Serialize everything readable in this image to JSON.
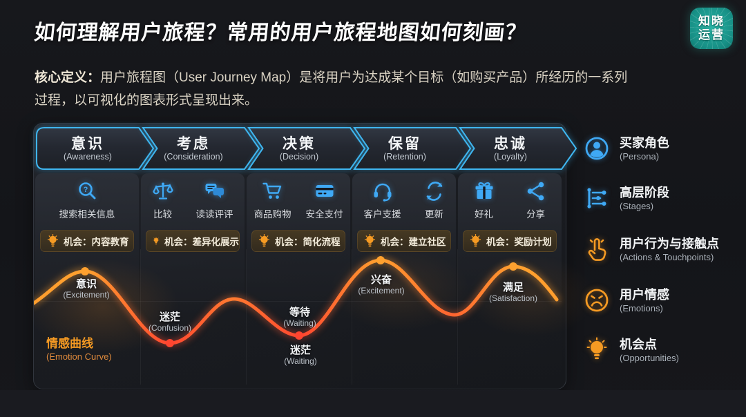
{
  "header": {
    "title": "如何理解用户旅程？常用的用户旅程地图如何刻画？",
    "logo_line1": "知晓",
    "logo_line2": "运营"
  },
  "definition": {
    "label": "核心定义：",
    "text_1": "用户旅程图（User Journey Map）是将用户为达成某个目标（如购买产品）所经历的一系列",
    "text_2": "过程，以可视化的图表形式呈现出来。"
  },
  "stages": [
    {
      "zh": "意识",
      "en": "(Awareness)"
    },
    {
      "zh": "考虑",
      "en": "(Consideration)"
    },
    {
      "zh": "决策",
      "en": "(Decision)"
    },
    {
      "zh": "保留",
      "en": "(Retention)"
    },
    {
      "zh": "忠诚",
      "en": "(Loyalty)"
    }
  ],
  "columns": [
    {
      "actions": [
        {
          "icon": "search-question-icon",
          "label": "搜索相关信息"
        }
      ],
      "opportunity": "机会：内容教育"
    },
    {
      "actions": [
        {
          "icon": "scale-icon",
          "label": "比较"
        },
        {
          "icon": "chat-icon",
          "label": "读读评评"
        }
      ],
      "opportunity": "机会：差异化展示"
    },
    {
      "actions": [
        {
          "icon": "cart-icon",
          "label": "商品购物"
        },
        {
          "icon": "card-icon",
          "label": "安全支付"
        }
      ],
      "opportunity": "机会：简化流程"
    },
    {
      "actions": [
        {
          "icon": "headset-icon",
          "label": "客户支援"
        },
        {
          "icon": "refresh-icon",
          "label": "更新"
        }
      ],
      "opportunity": "机会：建立社区"
    },
    {
      "actions": [
        {
          "icon": "gift-icon",
          "label": "好礼"
        },
        {
          "icon": "share-icon",
          "label": "分享"
        }
      ],
      "opportunity": "机会：奖励计划"
    }
  ],
  "emotion_curve": {
    "title": "情感曲线",
    "subtitle": "(Emotion Curve)",
    "points": [
      {
        "zh": "意识",
        "en": "(Excitement)",
        "type": "peak"
      },
      {
        "zh": "迷茫",
        "en": "(Confusion)",
        "type": "trough"
      },
      {
        "zh": "等待",
        "en": "(Waiting)",
        "type": "trough-upper"
      },
      {
        "zh": "迷茫",
        "en": "(Waiting)",
        "type": "trough"
      },
      {
        "zh": "兴奋",
        "en": "(Excitement)",
        "type": "peak"
      },
      {
        "zh": "满足",
        "en": "(Satisfaction)",
        "type": "peak"
      }
    ],
    "peak_color": "#ffa12f",
    "trough_color": "#ff4530"
  },
  "legend": [
    {
      "icon": "persona-icon",
      "zh": "买家角色",
      "en": "(Persona)"
    },
    {
      "icon": "stages-icon",
      "zh": "高层阶段",
      "en": "(Stages)"
    },
    {
      "icon": "touchpoint-hand-icon",
      "zh": "用户行为与接触点",
      "en": "(Actions & Touchpoints)"
    },
    {
      "icon": "emotions-face-icon",
      "zh": "用户情感",
      "en": "(Emotions)"
    },
    {
      "icon": "opportunity-bulb-icon",
      "zh": "机会点",
      "en": "(Opportunities)"
    }
  ],
  "colors": {
    "accent_blue": "#3fa9f5",
    "chevron_cyan": "#3fb6f0",
    "accent_orange": "#f59a23",
    "curve_red": "#ff4530",
    "logo_teal": "#178f85"
  }
}
